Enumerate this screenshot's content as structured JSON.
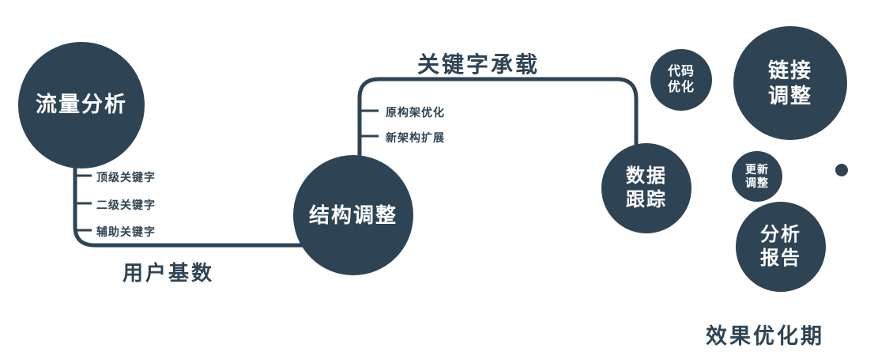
{
  "colors": {
    "primary": "#2e4454",
    "text_on_primary": "#ffffff",
    "background": "#ffffff"
  },
  "nodes": {
    "traffic": {
      "label": "流量分析"
    },
    "structure": {
      "label": "结构调整"
    },
    "tracking": {
      "line1": "数据",
      "line2": "跟踪"
    },
    "code": {
      "line1": "代码",
      "line2": "优化"
    },
    "link": {
      "line1": "链接",
      "line2": "调整"
    },
    "update": {
      "line1": "更新",
      "line2": "调整"
    },
    "report": {
      "line1": "分析",
      "line2": "报告"
    }
  },
  "edges": {
    "user_base_label": "用户基数",
    "keyword_carry_label": "关键字承载"
  },
  "branches": {
    "traffic": [
      "顶级关键字",
      "二级关键字",
      "辅助关键字"
    ],
    "structure": [
      "原构架优化",
      "新架构扩展"
    ]
  },
  "caption": "效果优化期"
}
